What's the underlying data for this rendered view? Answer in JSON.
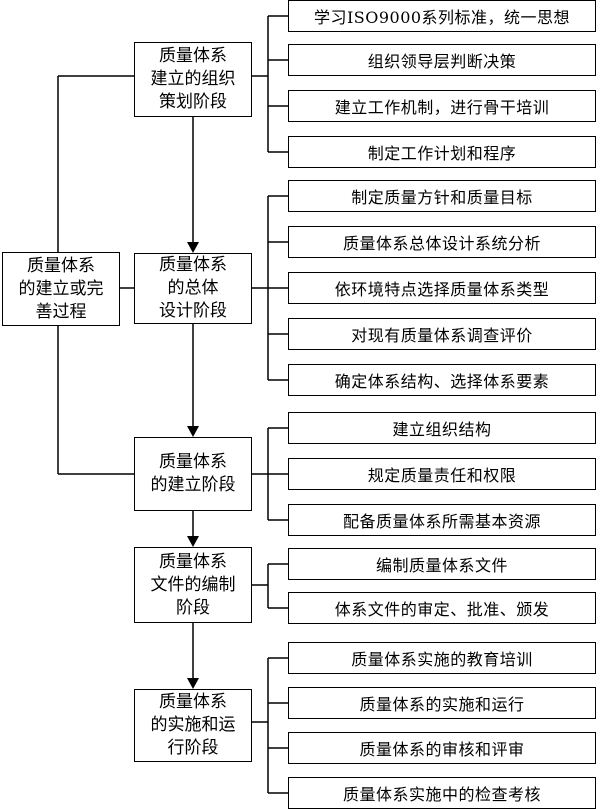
{
  "root": {
    "lines": [
      "质量体系",
      "的建立或完",
      "善过程"
    ]
  },
  "stages": [
    {
      "lines": [
        "质量体系",
        "建立的组织",
        "策划阶段"
      ],
      "items": [
        "学习ISO9000系列标准，统一思想",
        "组织领导层判断决策",
        "建立工作机制，进行骨干培训",
        "制定工作计划和程序"
      ]
    },
    {
      "lines": [
        "质量体系",
        "的总体",
        "设计阶段"
      ],
      "items": [
        "制定质量方针和质量目标",
        "质量体系总体设计系统分析",
        "依环境特点选择质量体系类型",
        "对现有质量体系调查评价",
        "确定体系结构、选择体系要素"
      ]
    },
    {
      "lines": [
        "质量体系",
        "的建立阶段"
      ],
      "items": [
        "建立组织结构",
        "规定质量责任和权限",
        "配备质量体系所需基本资源"
      ]
    },
    {
      "lines": [
        "质量体系",
        "文件的编制",
        "阶段"
      ],
      "items": [
        "编制质量体系文件",
        "体系文件的审定、批准、颁发"
      ]
    },
    {
      "lines": [
        "质量体系",
        "的实施和运",
        "行阶段"
      ],
      "items": [
        "质量体系实施的教育培训",
        "质量体系的实施和运行",
        "质量体系的审核和评审",
        "质量体系实施中的检查考核"
      ]
    }
  ]
}
